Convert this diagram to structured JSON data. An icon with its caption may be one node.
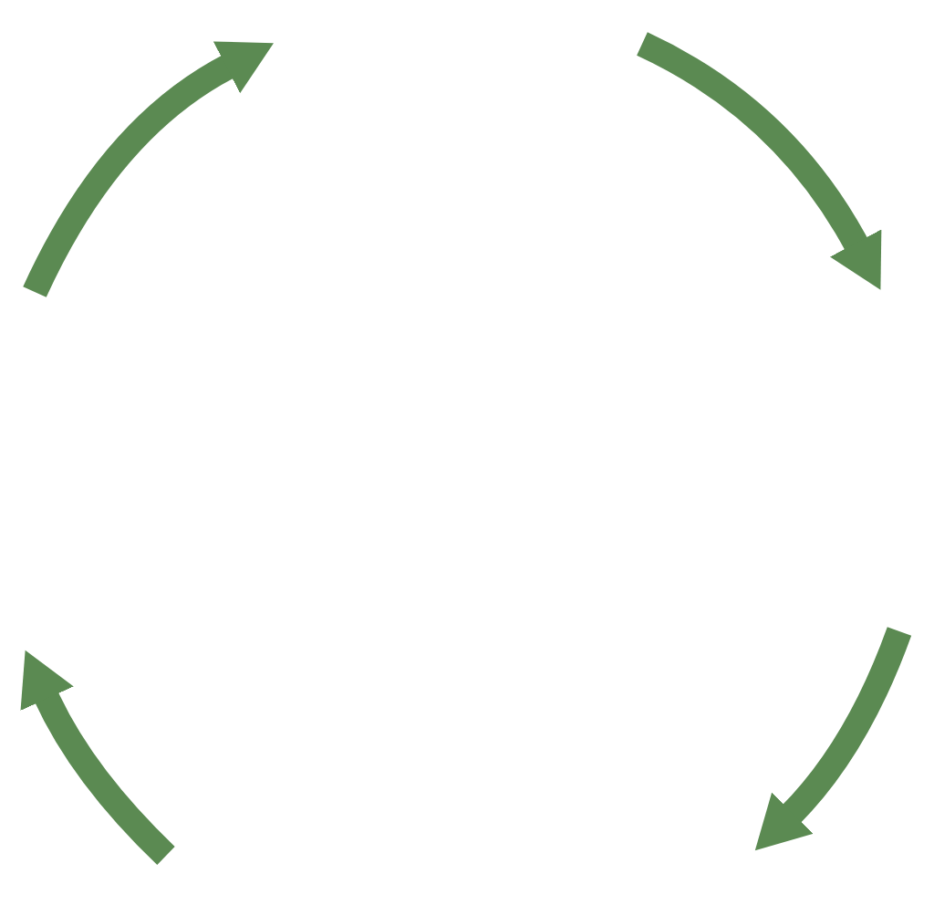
{
  "diagram": {
    "nodes": [
      {
        "text": [],
        "shape": "arrow"
      },
      {
        "text": [],
        "shape": "arrow"
      },
      {
        "text": [],
        "shape": "arrow"
      },
      {
        "text": [],
        "shape": "arrow"
      }
    ]
  }
}
